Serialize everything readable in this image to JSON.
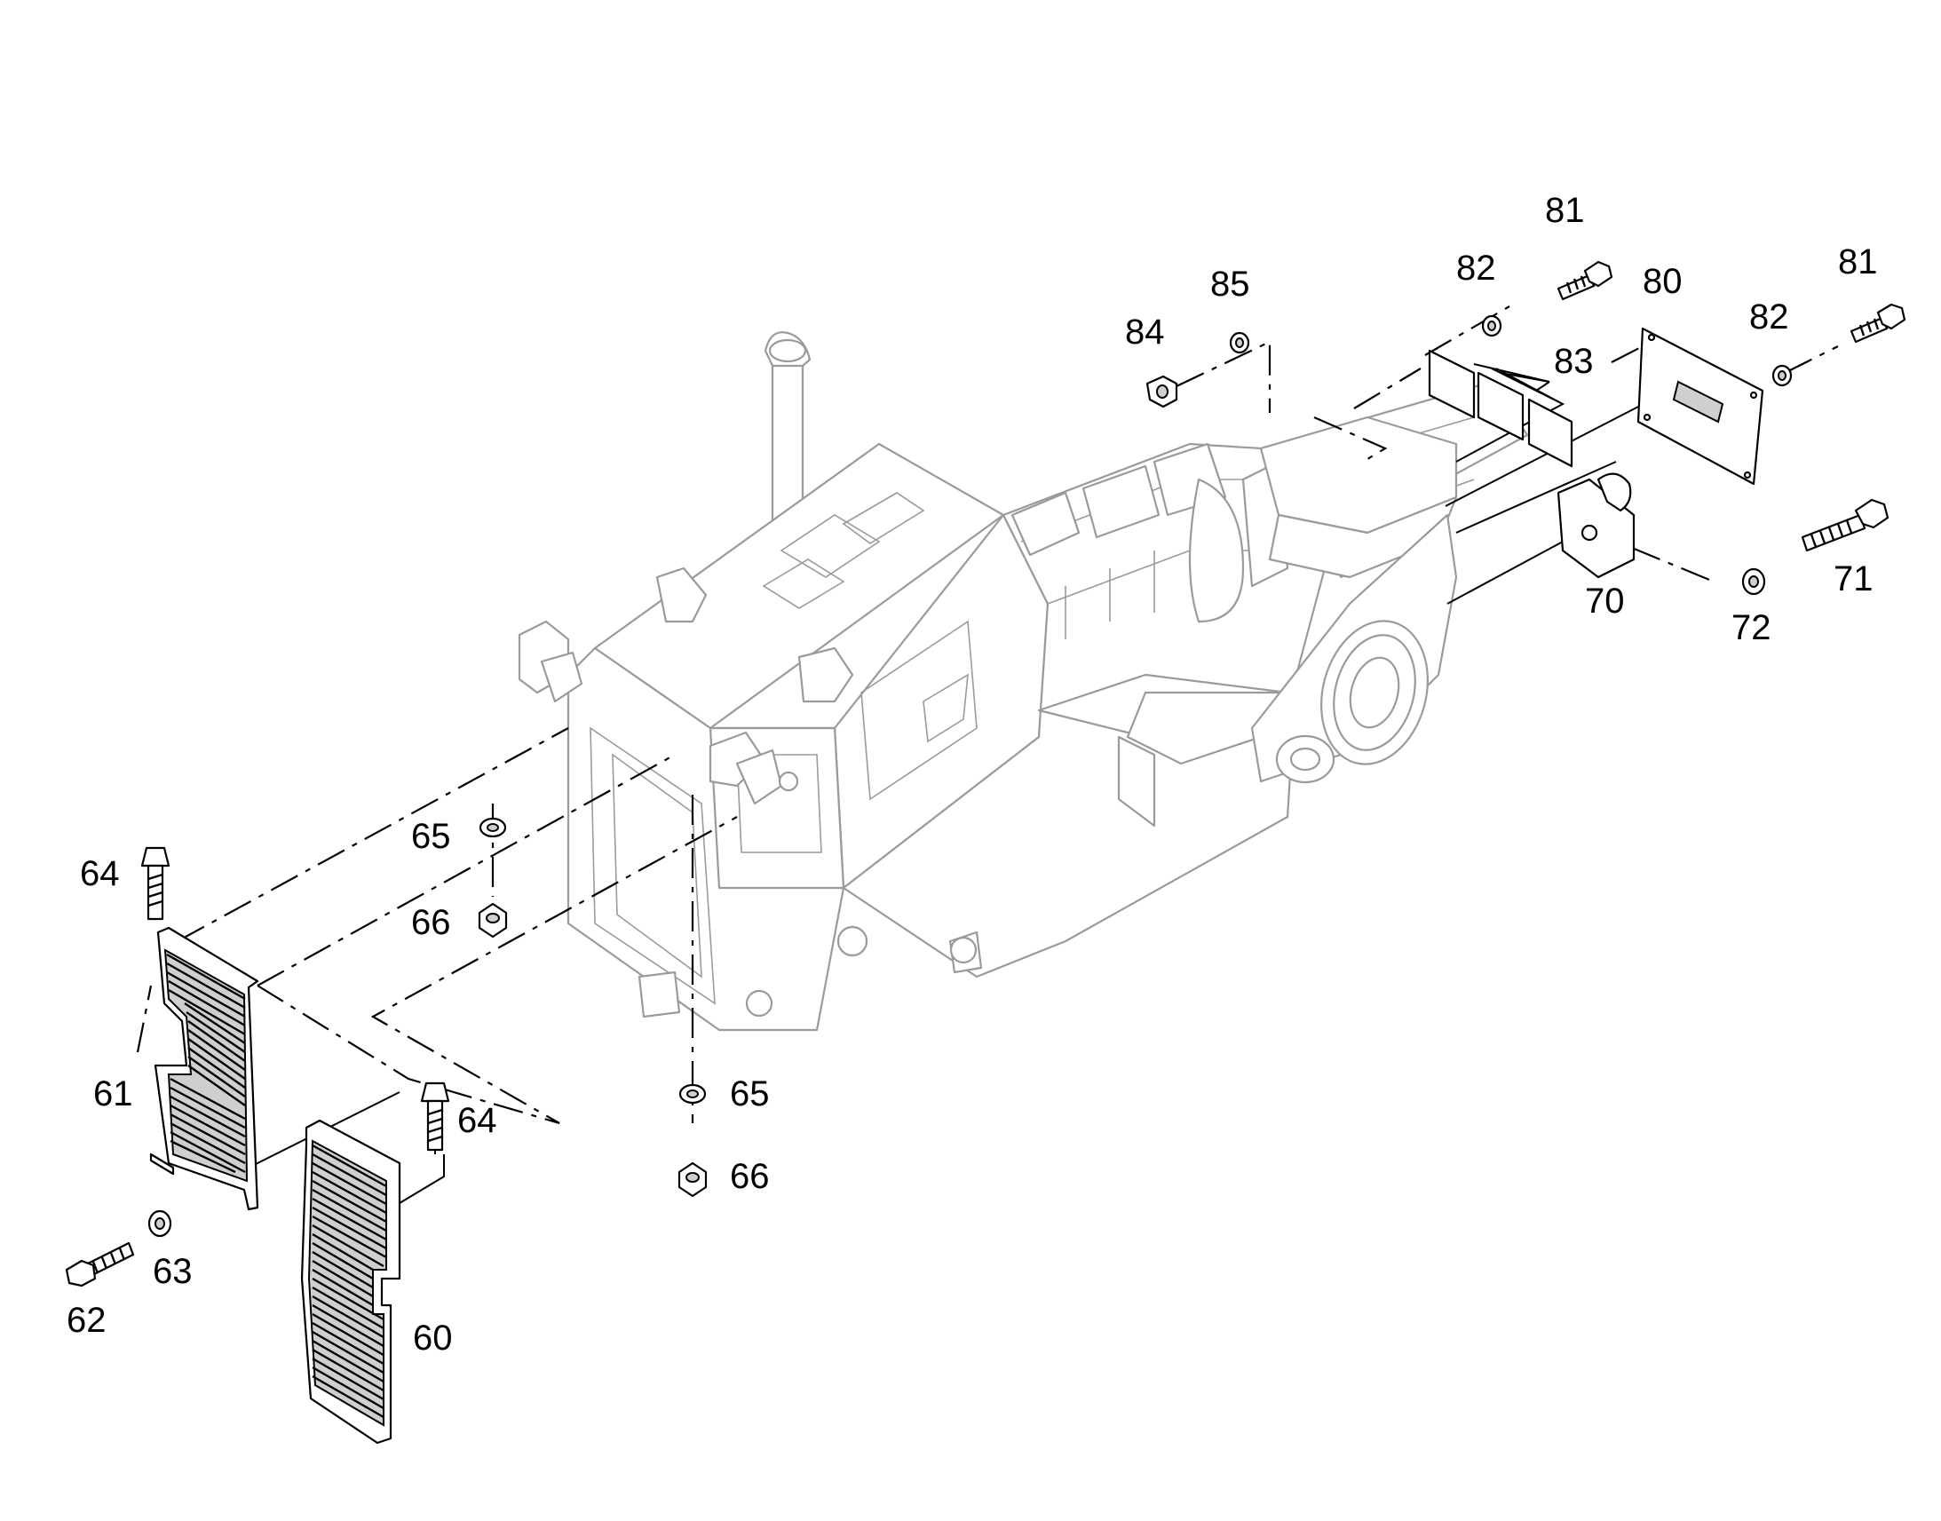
{
  "callouts": {
    "c60": "60",
    "c61": "61",
    "c62": "62",
    "c63": "63",
    "c64a": "64",
    "c64b": "64",
    "c65a": "65",
    "c65b": "65",
    "c66a": "66",
    "c66b": "66",
    "c70": "70",
    "c71": "71",
    "c72": "72",
    "c80": "80",
    "c81a": "81",
    "c81b": "81",
    "c82a": "82",
    "c82b": "82",
    "c83": "83",
    "c84": "84",
    "c85": "85"
  },
  "colors": {
    "frame_outline": "#9a9a9a",
    "part_outline": "#000000",
    "background": "#ffffff"
  }
}
